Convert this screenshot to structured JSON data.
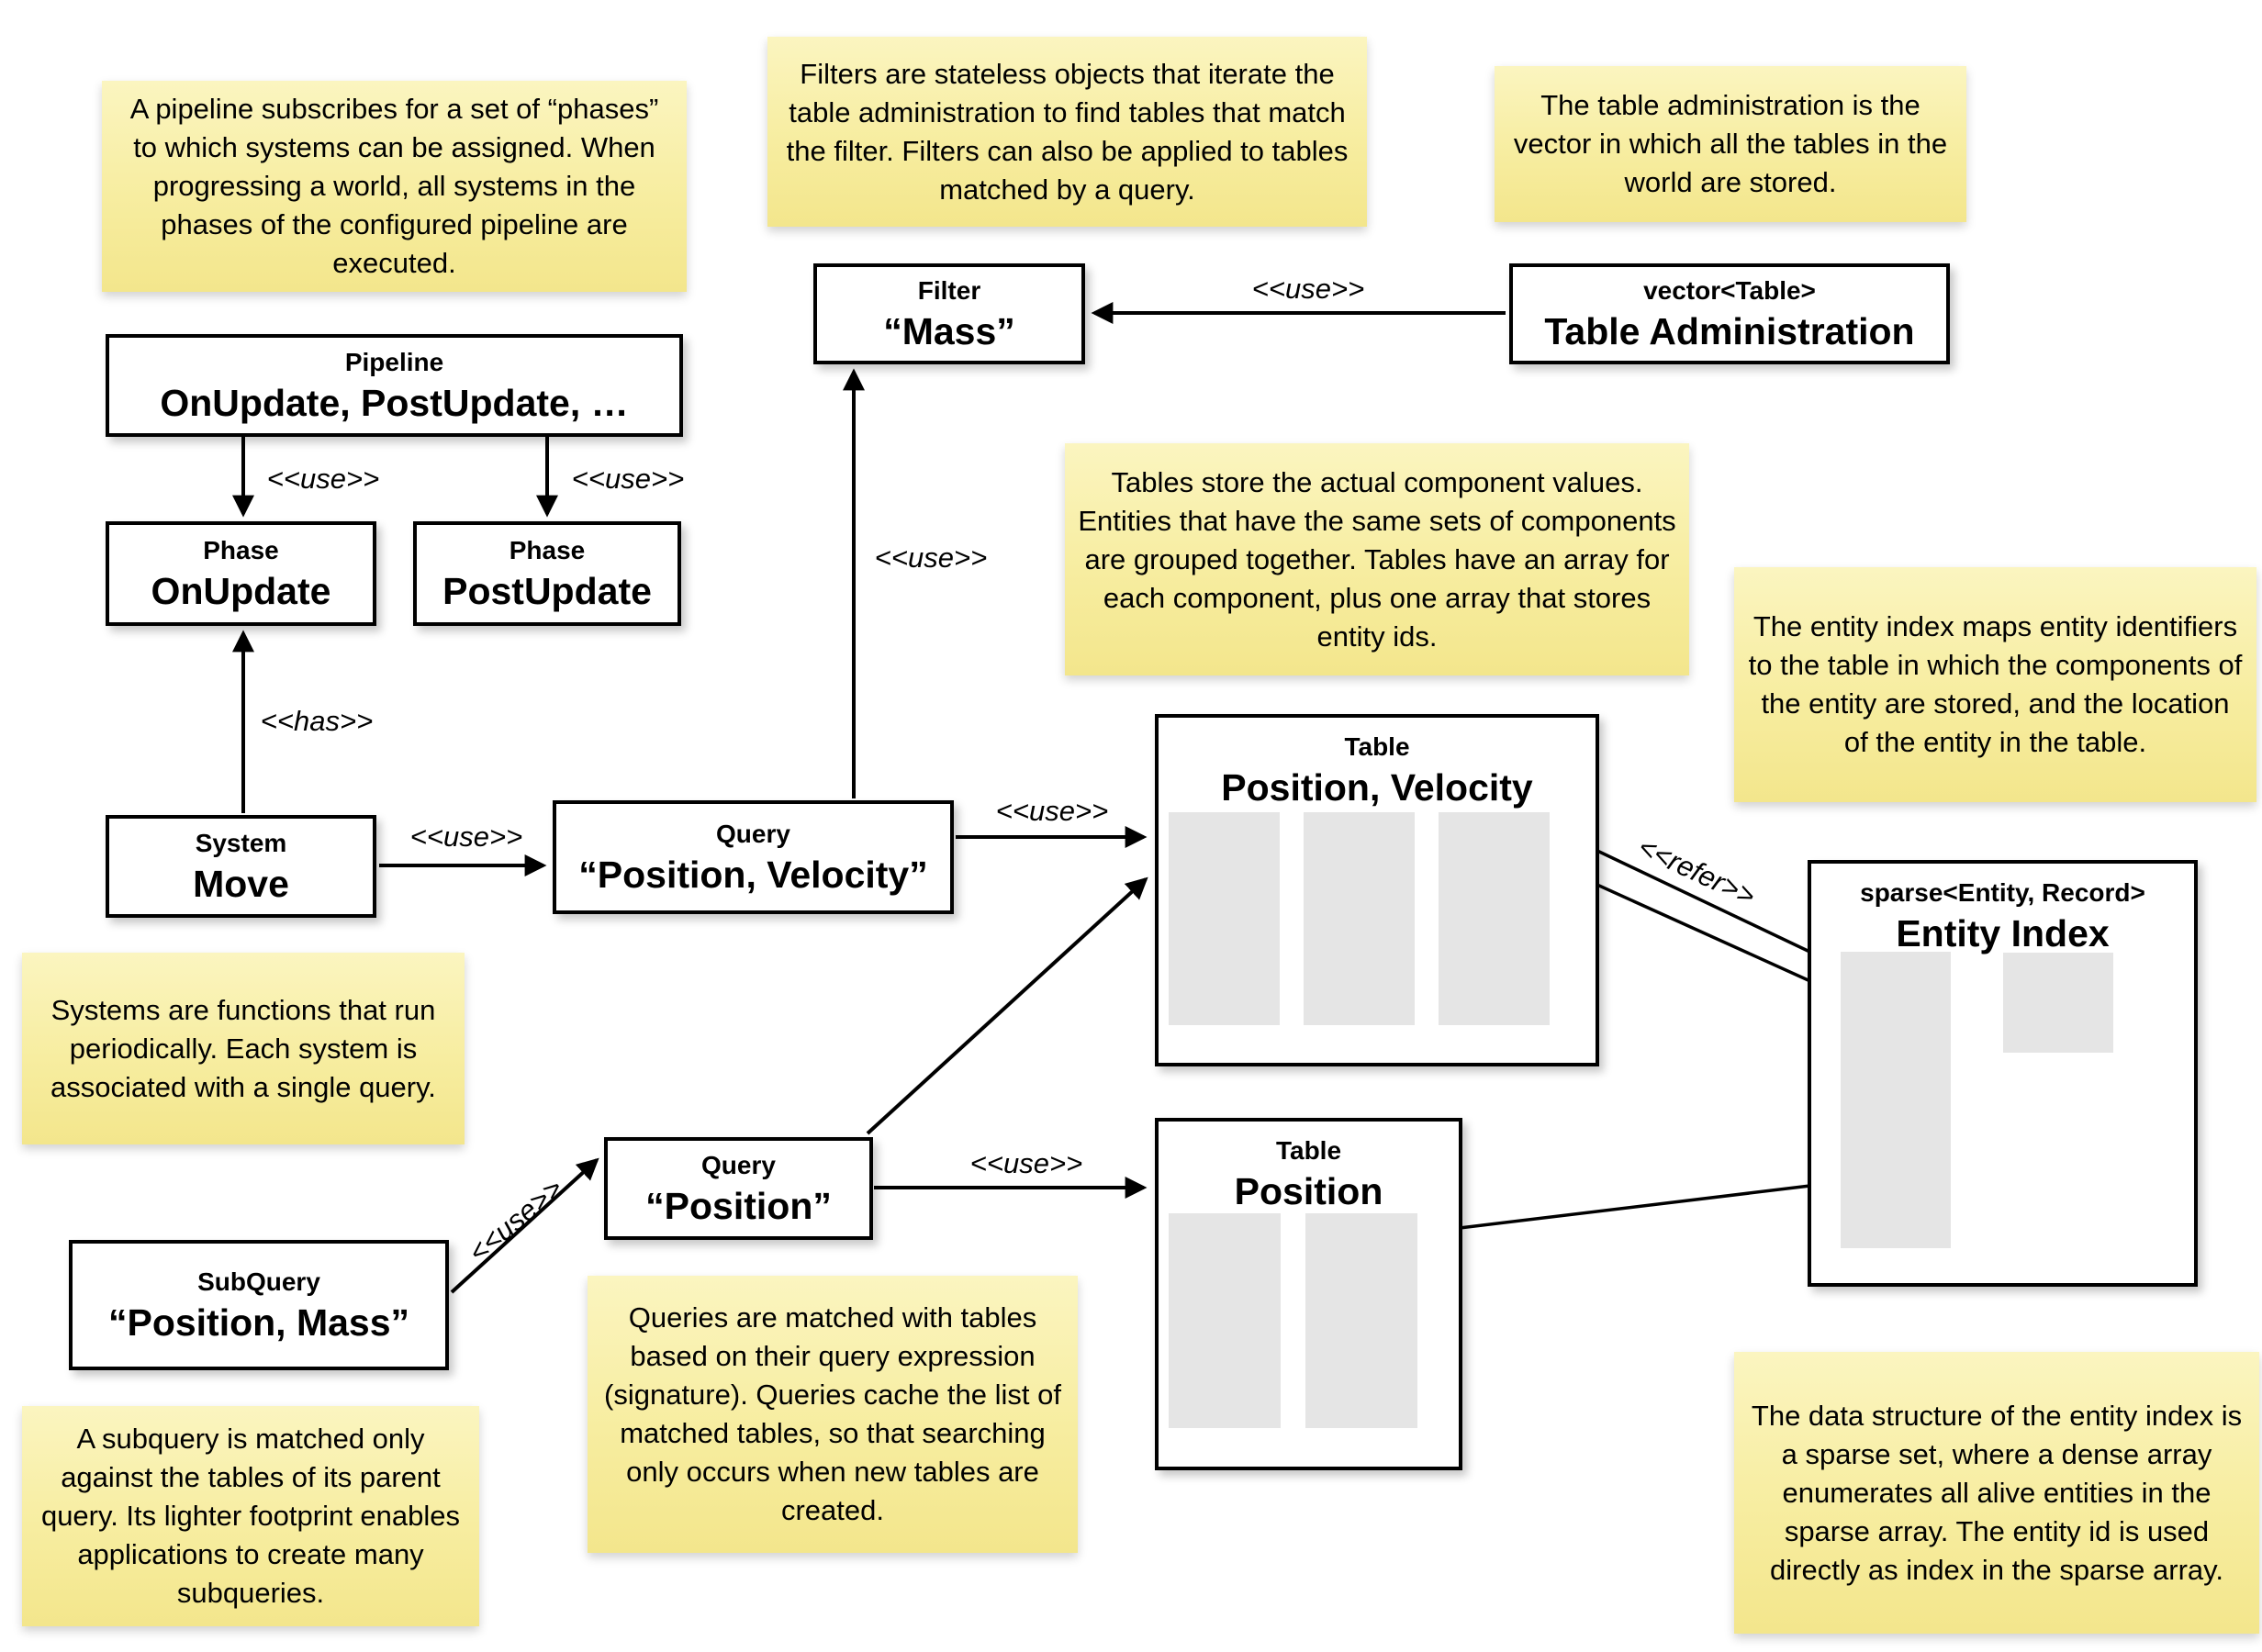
{
  "notes": [
    {
      "text": "A pipeline subscribes for a set of “phases” to which systems can be assigned. When progressing a world, all systems in the phases of the configured pipeline are executed."
    },
    {
      "text": "Filters are stateless objects that iterate the table administration to find tables that match the filter. Filters can also be applied to tables matched by a query."
    },
    {
      "text": "The table administration is the vector in which all the tables in the world are stored."
    },
    {
      "text": "Tables store the actual component values. Entities that have the same sets of components are grouped together. Tables have an array for each component, plus one array that stores entity ids."
    },
    {
      "text": "The entity index maps entity identifiers to the table in which the components of the entity are stored, and the location of the entity in the table."
    },
    {
      "text": "Systems are functions that run periodically. Each system is associated with a single query."
    },
    {
      "text": "Queries are matched with tables based on their query expression (signature). Queries cache the list of matched tables, so that searching only occurs when new tables are created."
    },
    {
      "text": "A subquery is matched only against the tables of its parent query. Its lighter footprint enables applications to create many subqueries."
    },
    {
      "text": "The data structure of the entity index is a sparse set, where a dense array enumerates all alive entities in the sparse array. The entity id is used directly as index in the sparse array."
    }
  ],
  "boxes": {
    "pipeline": {
      "title": "Pipeline",
      "value": "OnUpdate, PostUpdate, …"
    },
    "phase_onupdate": {
      "title": "Phase",
      "value": "OnUpdate"
    },
    "phase_postupdate": {
      "title": "Phase",
      "value": "PostUpdate"
    },
    "system_move": {
      "title": "System",
      "value": "Move"
    },
    "query_pv": {
      "title": "Query",
      "value": "“Position, Velocity”"
    },
    "filter_mass": {
      "title": "Filter",
      "value": "“Mass”"
    },
    "table_admin": {
      "title": "vector<Table>",
      "value": "Table Administration"
    },
    "table_pv": {
      "title": "Table",
      "value": "Position, Velocity"
    },
    "table_pos": {
      "title": "Table",
      "value": "Position"
    },
    "entity_index": {
      "title": "sparse<Entity, Record>",
      "value": "Entity Index"
    },
    "subquery": {
      "title": "SubQuery",
      "value": "“Position, Mass”"
    },
    "query_pos": {
      "title": "Query",
      "value": "“Position”"
    }
  },
  "labels": {
    "use": "<<use>>",
    "has": "<<has>>",
    "refer": "<<refer>>"
  },
  "colors": {
    "note_top": "#fbf5c0",
    "note_bottom": "#f3e68c",
    "box_border": "#000000",
    "column_fill": "#e5e5e5",
    "background": "#ffffff"
  }
}
